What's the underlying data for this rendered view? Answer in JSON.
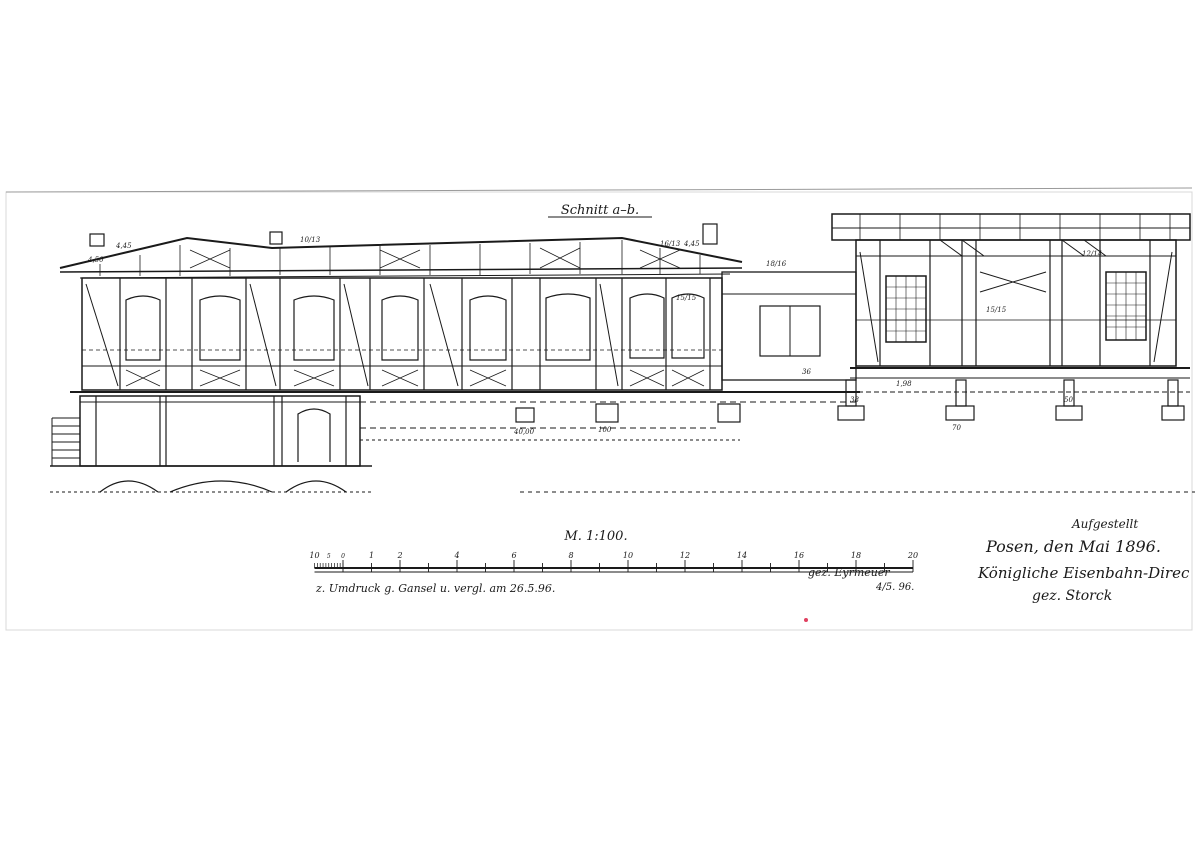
{
  "drawing": {
    "section_title": "Schnitt a–b.",
    "scale_title": "M. 1:100."
  },
  "scale_bar": {
    "labels": [
      "10",
      "5",
      "0",
      "1",
      "2",
      "4",
      "6",
      "8",
      "10",
      "12",
      "14",
      "16",
      "18",
      "20"
    ],
    "values": [
      -1,
      -0.5,
      0,
      1,
      2,
      4,
      6,
      8,
      10,
      12,
      14,
      16,
      18,
      20
    ]
  },
  "notes": {
    "reprint": "z. Umdruck g. Gansel u. vergl. am 26.5.96.",
    "drawn_by": "gez. Eyrmeuer",
    "drawn_date": "4/5. 96."
  },
  "signature_block": {
    "line1": "Aufgestellt",
    "line2": "Posen, den   Mai 1896.",
    "line3": "Königliche Eisenbahn-Direc",
    "line4": "gez. Storck"
  },
  "dimensions": {
    "d1": "4,45",
    "d2": "4,50",
    "d3": "10/13",
    "d4": "16/13",
    "d5": "4,45",
    "d6": "15/15",
    "d7": "18/16",
    "d8": "15/15",
    "d9": "40,00",
    "d10": "100",
    "d11": "38",
    "d12": "70",
    "d13": "50",
    "d14": "12/14",
    "d15": "1,98",
    "d16": "36"
  },
  "colors": {
    "ink": "#1a1a1a",
    "paper": "#ffffff",
    "sheet_edge": "#d8d8d8"
  }
}
